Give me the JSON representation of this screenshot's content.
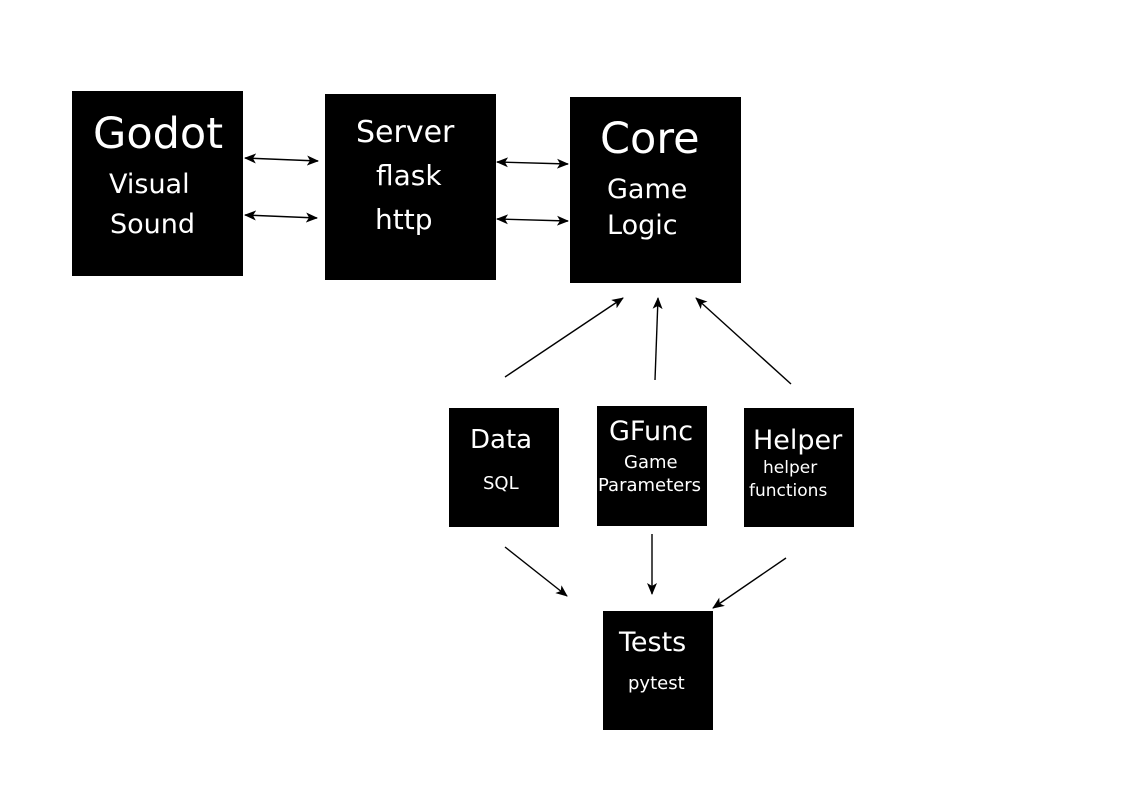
{
  "colors": {
    "background": "#ffffff",
    "box": "#000000",
    "box_text": "#ffffff",
    "arrow": "#000000"
  },
  "nodes": {
    "godot": {
      "title": "Godot",
      "line1": "Visual",
      "line2": "Sound"
    },
    "server": {
      "title": "Server",
      "line1": "flask",
      "line2": "http"
    },
    "core": {
      "title": "Core",
      "line1": "Game",
      "line2": "Logic"
    },
    "data": {
      "title": "Data",
      "line1": "SQL"
    },
    "gfunc": {
      "title": "GFunc",
      "line1": "Game",
      "line2": "Parameters"
    },
    "helper": {
      "title": "Helper",
      "line1": "helper",
      "line2": "functions"
    },
    "tests": {
      "title": "Tests",
      "line1": "pytest"
    }
  },
  "edges": [
    {
      "from": "godot",
      "to": "server",
      "type": "bidirectional"
    },
    {
      "from": "godot",
      "to": "server",
      "type": "bidirectional"
    },
    {
      "from": "server",
      "to": "core",
      "type": "bidirectional"
    },
    {
      "from": "server",
      "to": "core",
      "type": "bidirectional"
    },
    {
      "from": "data",
      "to": "core",
      "type": "directed"
    },
    {
      "from": "gfunc",
      "to": "core",
      "type": "directed"
    },
    {
      "from": "helper",
      "to": "core",
      "type": "directed"
    },
    {
      "from": "data",
      "to": "tests",
      "type": "directed"
    },
    {
      "from": "gfunc",
      "to": "tests",
      "type": "directed"
    },
    {
      "from": "helper",
      "to": "tests",
      "type": "directed"
    }
  ]
}
